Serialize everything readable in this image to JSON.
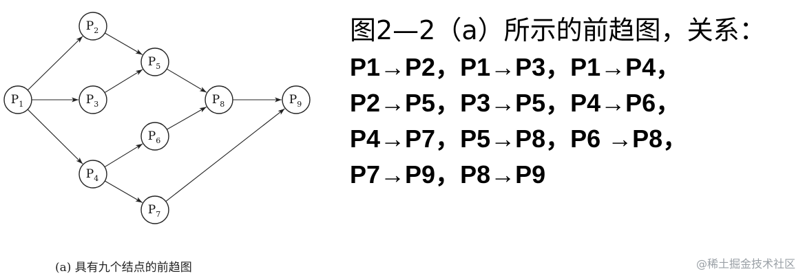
{
  "diagram": {
    "nodes": [
      {
        "id": "P1",
        "base": "P",
        "sub": "1"
      },
      {
        "id": "P2",
        "base": "P",
        "sub": "2"
      },
      {
        "id": "P3",
        "base": "P",
        "sub": "3"
      },
      {
        "id": "P4",
        "base": "P",
        "sub": "4"
      },
      {
        "id": "P5",
        "base": "P",
        "sub": "5"
      },
      {
        "id": "P6",
        "base": "P",
        "sub": "6"
      },
      {
        "id": "P7",
        "base": "P",
        "sub": "7"
      },
      {
        "id": "P8",
        "base": "P",
        "sub": "8"
      },
      {
        "id": "P9",
        "base": "P",
        "sub": "9"
      }
    ],
    "edges": [
      [
        "P1",
        "P2"
      ],
      [
        "P1",
        "P3"
      ],
      [
        "P1",
        "P4"
      ],
      [
        "P2",
        "P5"
      ],
      [
        "P3",
        "P5"
      ],
      [
        "P4",
        "P6"
      ],
      [
        "P4",
        "P7"
      ],
      [
        "P5",
        "P8"
      ],
      [
        "P6",
        "P8"
      ],
      [
        "P7",
        "P9"
      ],
      [
        "P8",
        "P9"
      ]
    ],
    "caption": "(a) 具有九个结点的前趋图"
  },
  "relations": {
    "title": "图2—2（a）所示的前趋图，关系：",
    "lines": [
      "P1→P2，P1→P3，P1→P4，",
      "P2→P5，P3→P5，P4→P6，",
      "P4→P7，P5→P8，P6 →P8，",
      "P7→P9，P8→P9"
    ]
  },
  "watermark": "@稀土掘金技术社区"
}
